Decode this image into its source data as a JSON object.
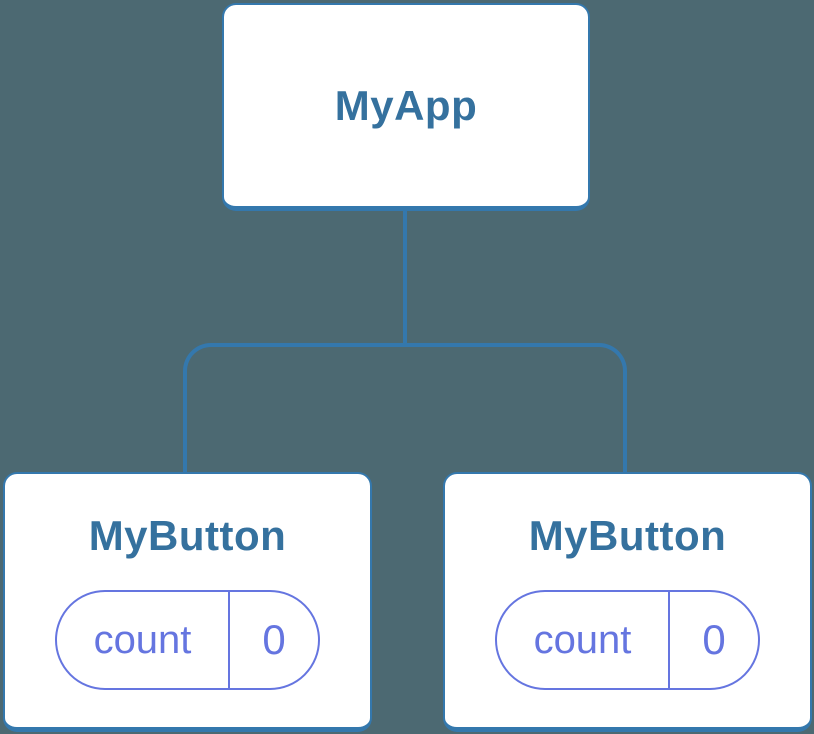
{
  "colors": {
    "background": "#4c6972",
    "card-bg": "#ffffff",
    "line-blue": "#3478ad",
    "text-blue": "#35719e",
    "purple": "#6575e0"
  },
  "diagram": {
    "root": {
      "label": "MyApp"
    },
    "children": [
      {
        "label": "MyButton",
        "state": {
          "key": "count",
          "value": "0"
        }
      },
      {
        "label": "MyButton",
        "state": {
          "key": "count",
          "value": "0"
        }
      }
    ]
  }
}
